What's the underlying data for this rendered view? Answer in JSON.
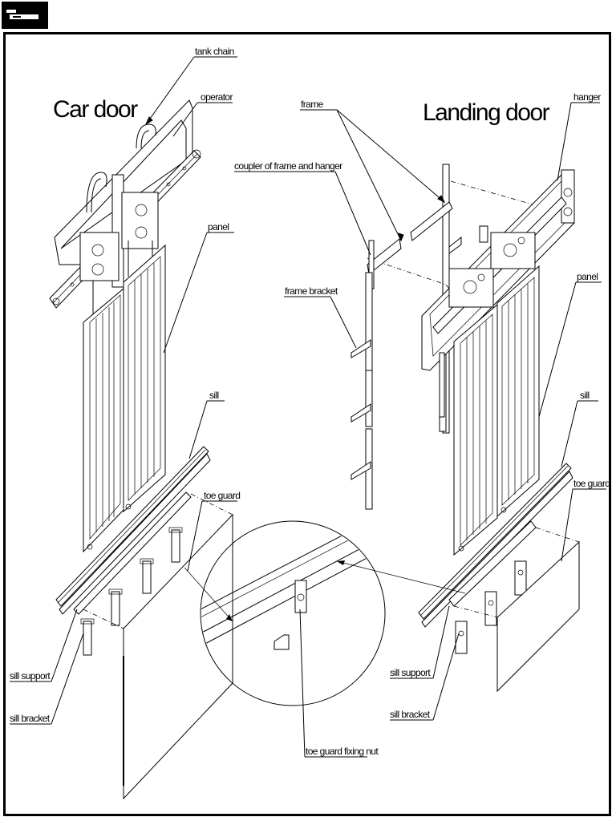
{
  "titles": {
    "car_door": "Car door",
    "landing_door": "Landing door"
  },
  "labels": {
    "tank_chain": "tank chain",
    "operator": "operator",
    "frame": "frame",
    "hanger": "hanger",
    "coupler": "coupler of frame and hanger",
    "panel_left": "panel",
    "panel_right": "panel",
    "frame_bracket": "frame bracket",
    "sill_left": "sill",
    "sill_right": "sill",
    "toe_guard_left": "toe guard",
    "toe_guard_right": "toe guard",
    "sill_support_left": "sill support",
    "sill_support_right": "sill support",
    "sill_bracket_left": "sill bracket",
    "sill_bracket_right": "sill bracket",
    "toe_guard_fixing_nut": "toe guard fixing nut"
  }
}
